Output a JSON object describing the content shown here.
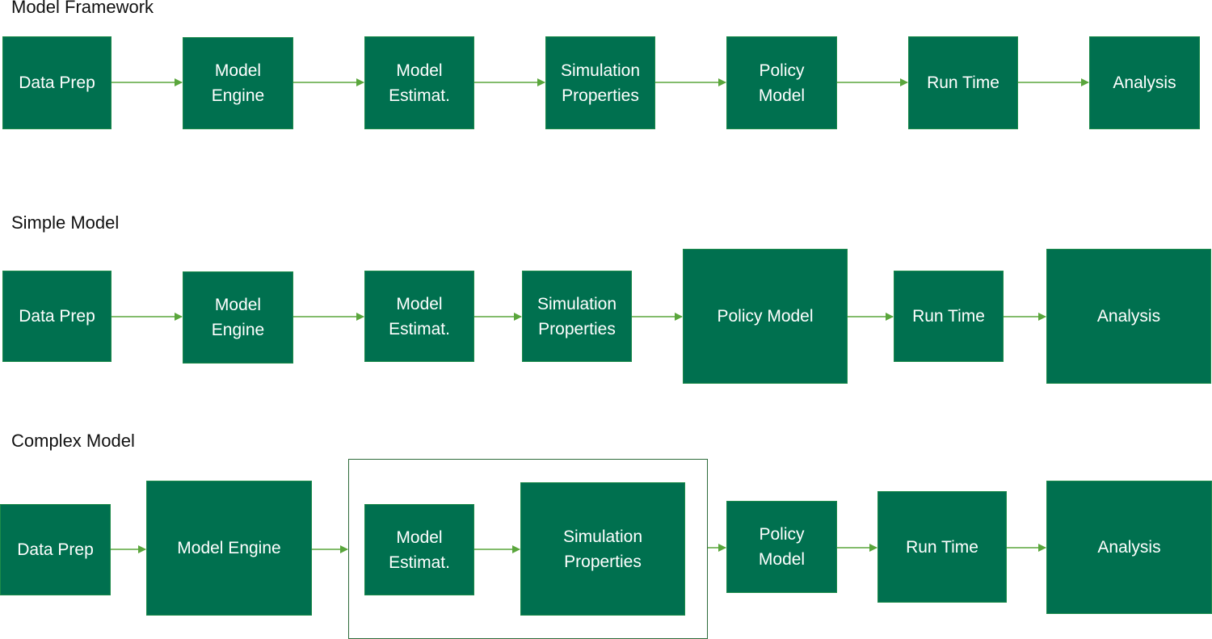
{
  "colors": {
    "box_fill": "#00704f",
    "box_border": "#1d8a4a",
    "arrow": "#5aa63c",
    "group_border": "#2e6b3a",
    "text": "#ffffff"
  },
  "sections": {
    "framework": {
      "title": "Model Framework",
      "boxes": [
        "Data Prep",
        "Model\nEngine",
        "Model\nEstimat.",
        "Simulation\nProperties",
        "Policy\nModel",
        "Run Time",
        "Analysis"
      ]
    },
    "simple": {
      "title": "Simple Model",
      "boxes": [
        "Data Prep",
        "Model\nEngine",
        "Model\nEstimat.",
        "Simulation\nProperties",
        "Policy Model",
        "Run Time",
        "Analysis"
      ]
    },
    "complex": {
      "title": "Complex Model",
      "boxes": [
        "Data Prep",
        "Model Engine",
        "Model\nEstimat.",
        "Simulation\nProperties",
        "Policy\nModel",
        "Run Time",
        "Analysis"
      ]
    }
  }
}
